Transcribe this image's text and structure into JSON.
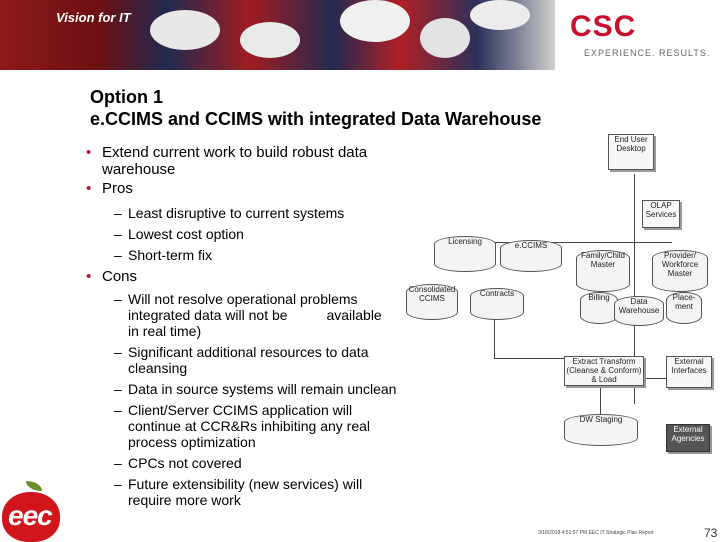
{
  "header": {
    "banner_title": "Vision for IT",
    "logo": "CSC",
    "tagline": "EXPERIENCE. RESULTS."
  },
  "title": {
    "line1": "Option 1",
    "line2": "e.CCIMS and CCIMS with integrated Data Warehouse"
  },
  "bullets": {
    "b1a": "Extend current work to build robust data",
    "b1b": "warehouse",
    "pros": "Pros",
    "pro1": "Least disruptive to current systems",
    "pro2": "Lowest cost option",
    "pro3": "Short-term fix",
    "cons": "Cons",
    "con1a": "Will not resolve operational problems",
    "con1b": "integrated data will not be          available",
    "con1c": "in real time)",
    "con2a": "Significant additional resources to data",
    "con2b": "cleansing",
    "con3": "Data in source systems will remain unclean",
    "con4a": "Client/Server CCIMS application will",
    "con4b": "continue at CCR&Rs inhibiting any real",
    "con4c": "process optimization",
    "con5": "CPCs not covered",
    "con6a": "Future extensibility (new services) will",
    "con6b": "require more work"
  },
  "diagram": {
    "end_user": "End User Desktop",
    "olap": "OLAP Services",
    "licensing": "Licensing",
    "eccims": "e.CCIMS",
    "consolidated": "Consolidated CCIMS",
    "contracts": "Contracts",
    "family_child": "Family/Child Master",
    "provider": "Provider/ Workforce Master",
    "billing": "Billing",
    "data_wh": "Data Warehouse",
    "placement": "Place- ment",
    "etl": "Extract Transform (Cleanse & Conform) & Load",
    "external_iface": "External Interfaces",
    "dw_staging": "DW Staging",
    "external_agencies": "External Agencies"
  },
  "footer": {
    "text": "3/18/2018 4:51:57 PM EEC IT Strategic Plan Report",
    "page": "73"
  },
  "eec_logo": "eec"
}
